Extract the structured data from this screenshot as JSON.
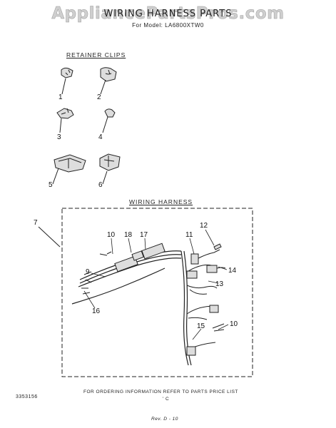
{
  "watermark": "AppliancePartsPros.com",
  "header": {
    "title": "WIRING HARNESS PARTS",
    "model": "For Model: LA6800XTW0"
  },
  "retainer_clips": {
    "label": "RETAINER CLIPS",
    "callouts": [
      "1",
      "2",
      "3",
      "4",
      "5",
      "6"
    ]
  },
  "wiring_harness": {
    "label": "WIRING HARNESS",
    "callouts": [
      "7",
      "10",
      "18",
      "17",
      "11",
      "12",
      "9",
      "14",
      "13",
      "16",
      "15",
      "10"
    ]
  },
  "footer": {
    "ordering_note": "FOR ORDERING INFORMATION REFER TO PARTS PRICE LIST",
    "doc_number": "3353156",
    "small_mark": "' C",
    "revision": "Rev. D - 10"
  }
}
